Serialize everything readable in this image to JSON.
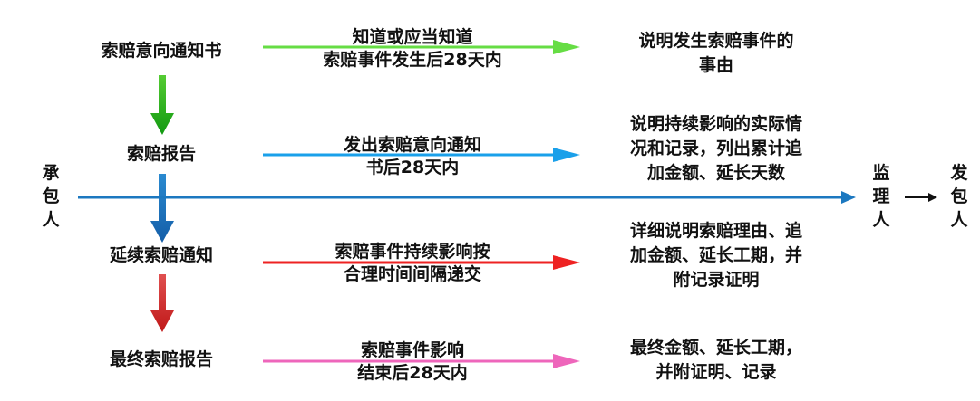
{
  "parties": {
    "contractor": "承包人",
    "supervisor": "监理人",
    "employer": "发包人"
  },
  "steps": [
    {
      "name": "索赔意向通知书",
      "condition_lines": [
        "知道或应当知道",
        "索赔事件发生后28天内"
      ],
      "content_lines": [
        "说明发生索赔事件的",
        "事由"
      ],
      "color": "#66dd44"
    },
    {
      "name": "索赔报告",
      "condition_lines": [
        "发出索赔意向通知",
        "书后28天内"
      ],
      "content_lines": [
        "说明持续影响的实际情",
        "况和记录，列出累计追",
        "加金额、延长天数"
      ],
      "color": "#1aa0ea"
    },
    {
      "name": "延续索赔通知",
      "condition_lines": [
        "索赔事件持续影响按",
        "合理时间间隔递交"
      ],
      "content_lines": [
        "详细说明索赔理由、追",
        "加金额、延长工期，并",
        "附记录证明"
      ],
      "color": "#ee2222"
    },
    {
      "name": "最终索赔报告",
      "condition_lines": [
        "索赔事件影响",
        "结束后28天内"
      ],
      "content_lines": [
        "最终金额、延长工期，",
        "并附证明、记录"
      ],
      "color": "#ee66bb"
    }
  ],
  "colors": {
    "main_flow": "#1c78c0",
    "down_arrow_green": "#22aa22",
    "down_arrow_blue": "#1c70b8",
    "down_arrow_red": "#d42a2a"
  }
}
